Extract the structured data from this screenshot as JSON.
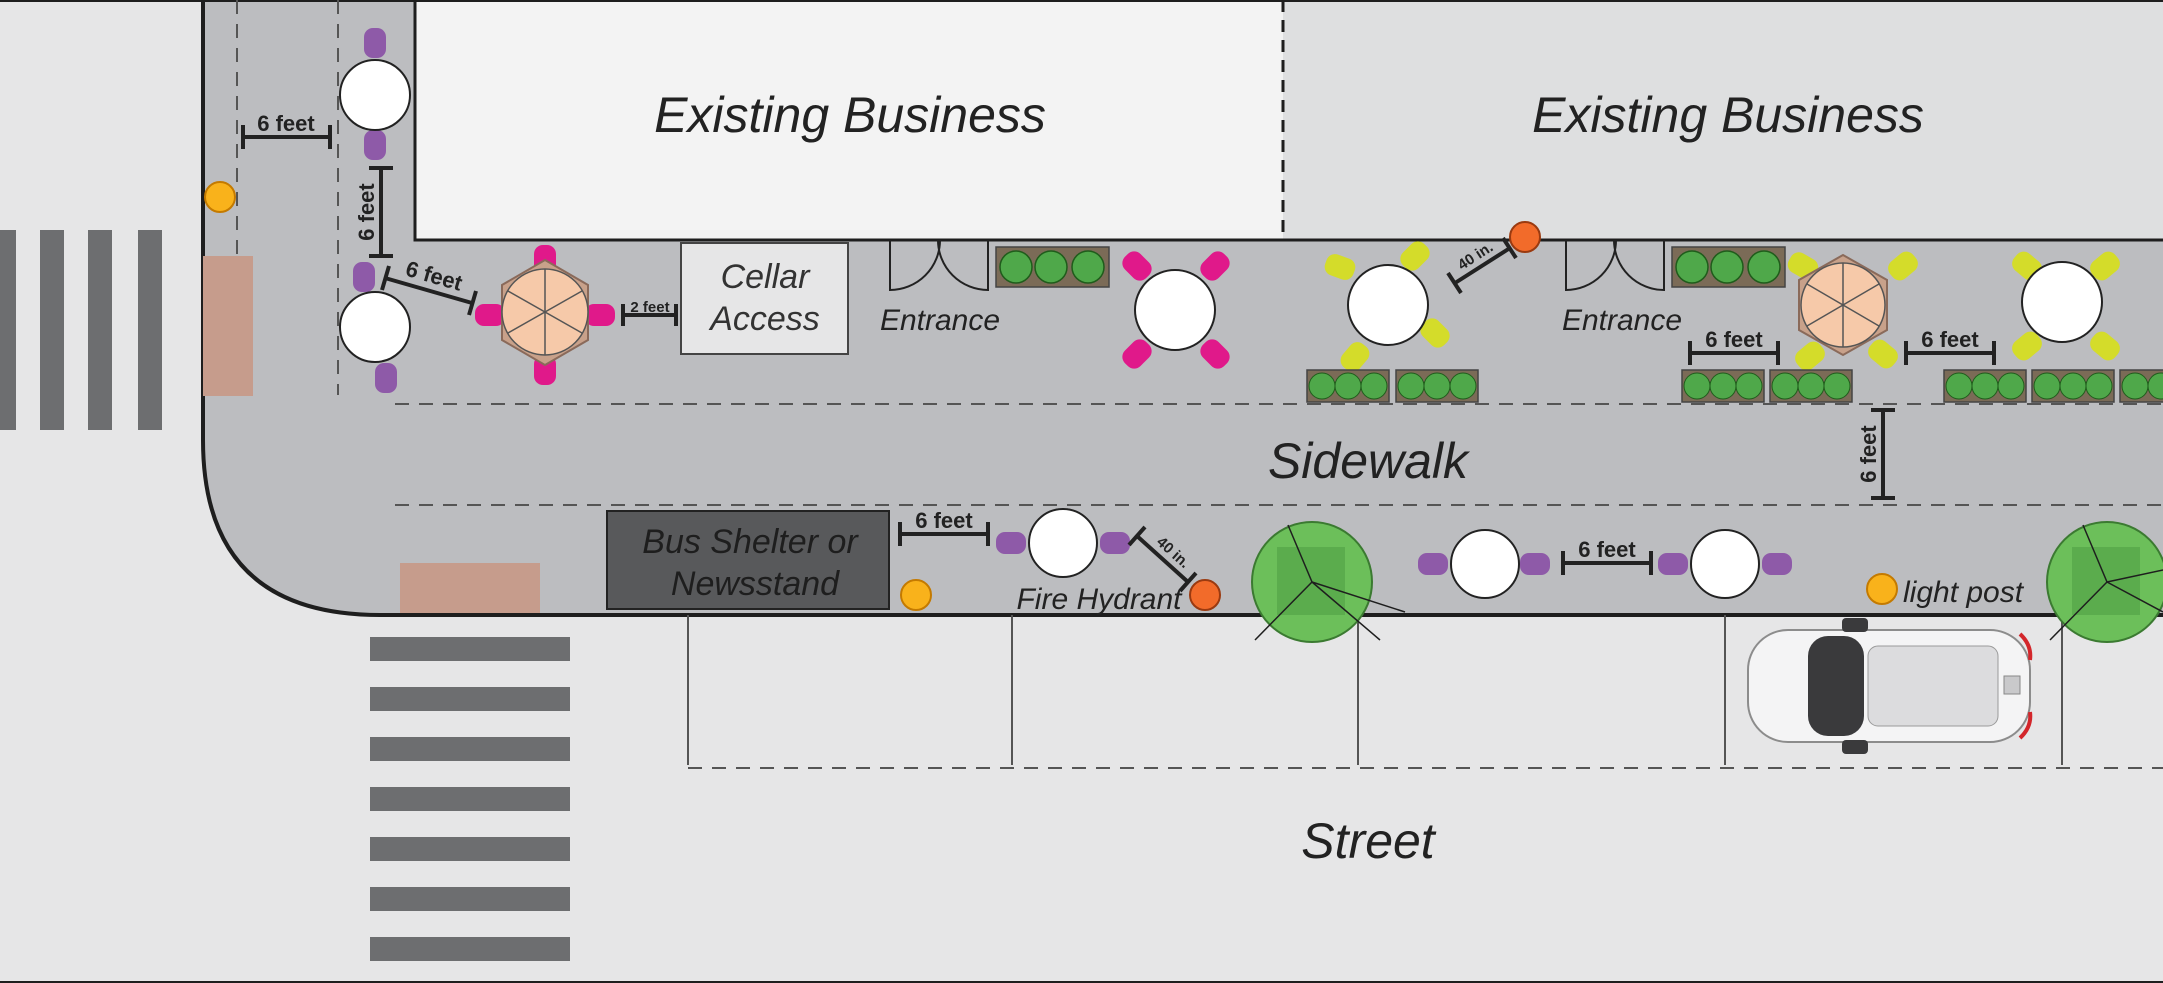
{
  "labels": {
    "business_left": "Existing Business",
    "business_right": "Existing Business",
    "cellar_line1": "Cellar",
    "cellar_line2": "Access",
    "entrance_left": "Entrance",
    "entrance_right": "Entrance",
    "sidewalk": "Sidewalk",
    "street": "Street",
    "bus_line1": "Bus Shelter or",
    "bus_line2": "Newsstand",
    "fire_hydrant": "Fire Hydrant",
    "light_post": "light post"
  },
  "dimensions": {
    "six_feet": "6 feet",
    "two_feet": "2 feet",
    "forty_in": "40 in."
  },
  "colors": {
    "sidewalk": "#bcbdc0",
    "road": "#e6e6e7",
    "building_left": "#f3f3f3",
    "building_right": "#dedfe0",
    "crosswalk": "#6d6e70",
    "ramp": "#c69c8c",
    "chair_purple": "#8e5aa8",
    "chair_magenta": "#e0198a",
    "chair_yellow": "#d4dc2a",
    "umbrella": "#f6c9a9",
    "planter": "#7b6b57",
    "plant": "#4fa84a",
    "tree": "#6cbf5a",
    "hydrant": "#f26b2a",
    "light_post": "#f9b21b",
    "bus_shelter": "#58595b"
  }
}
